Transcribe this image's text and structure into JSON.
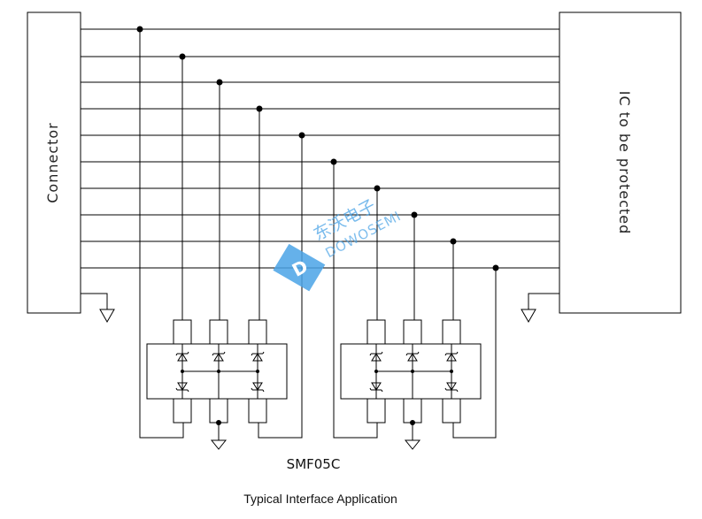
{
  "diagram": {
    "connector_label": "Connector",
    "ic_label": "IC to be protected",
    "part_label": "SMF05C",
    "caption": "Typical Interface Application",
    "watermark": {
      "chinese": "东沃电子",
      "latin": "DOWOSEMI",
      "logo_letter": "D"
    },
    "line_count": 10,
    "device_count": 2,
    "colors": {
      "line": "#000000",
      "watermark": "#4aa3e6"
    }
  }
}
